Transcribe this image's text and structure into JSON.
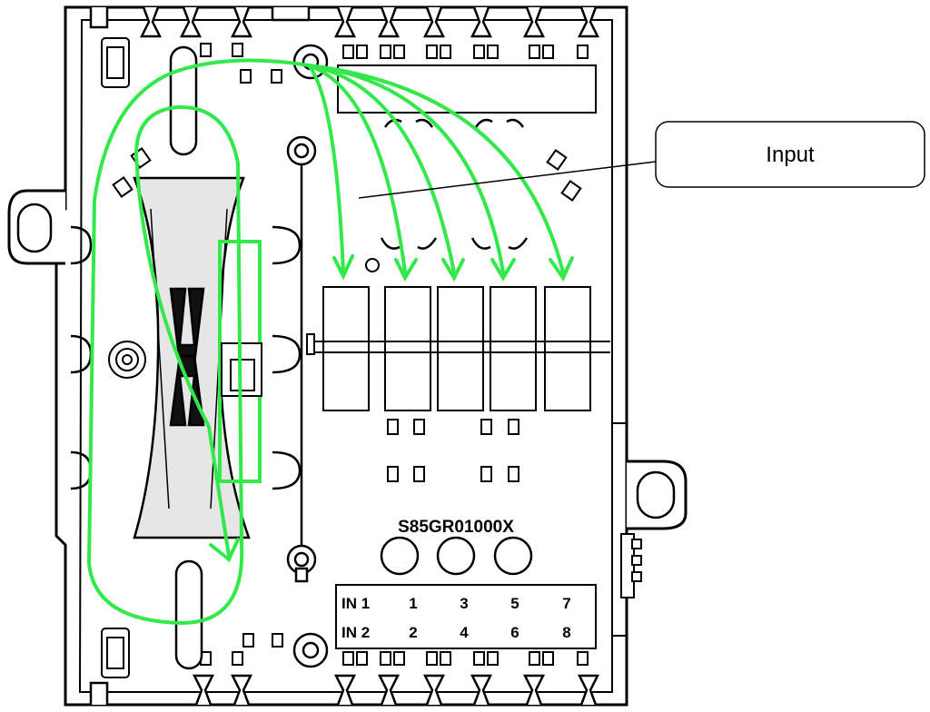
{
  "callout": {
    "label": "Input"
  },
  "model_code": "S85GR01000X",
  "ports": {
    "row1": {
      "label": "IN 1",
      "numbers": [
        "1",
        "3",
        "5",
        "7"
      ]
    },
    "row2": {
      "label": "IN 2",
      "numbers": [
        "2",
        "4",
        "6",
        "8"
      ]
    }
  },
  "colors": {
    "fiber": "#33e84a",
    "outline": "#000000",
    "fill": "#ececec"
  }
}
